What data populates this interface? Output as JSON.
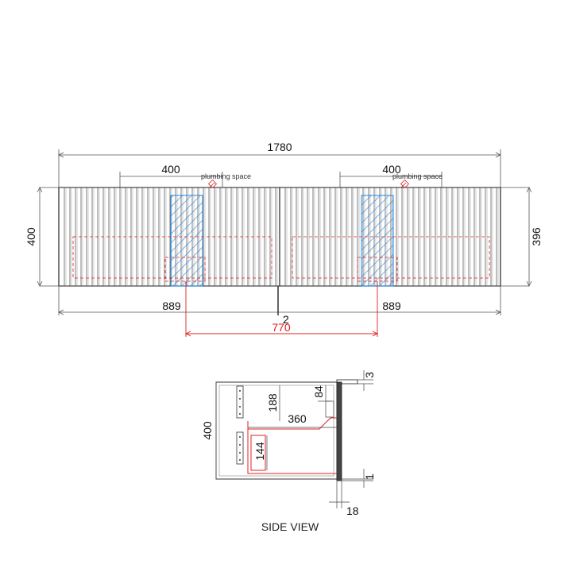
{
  "colors": {
    "line": "#222222",
    "dimension": "#555555",
    "plumbing": "#e02020",
    "plumbing_zone": "#1e88e5"
  },
  "front_view": {
    "overall_width": "1780",
    "left_basin_width": "400",
    "right_basin_width": "400",
    "left_plumbing_label": "plumbing space",
    "right_plumbing_label": "plumbing space",
    "left_height": "400",
    "right_height": "396",
    "left_section_width": "889",
    "right_section_width": "889",
    "center_gap": "2",
    "waste_spacing": "770"
  },
  "side_view": {
    "height": "400",
    "drawer_gap": "188",
    "cutout_height": "84",
    "drawer_depth": "360",
    "waste_height": "144",
    "top_offset": "3",
    "bottom_offset": "1",
    "front_thickness": "18",
    "caption": "SIDE VIEW"
  }
}
